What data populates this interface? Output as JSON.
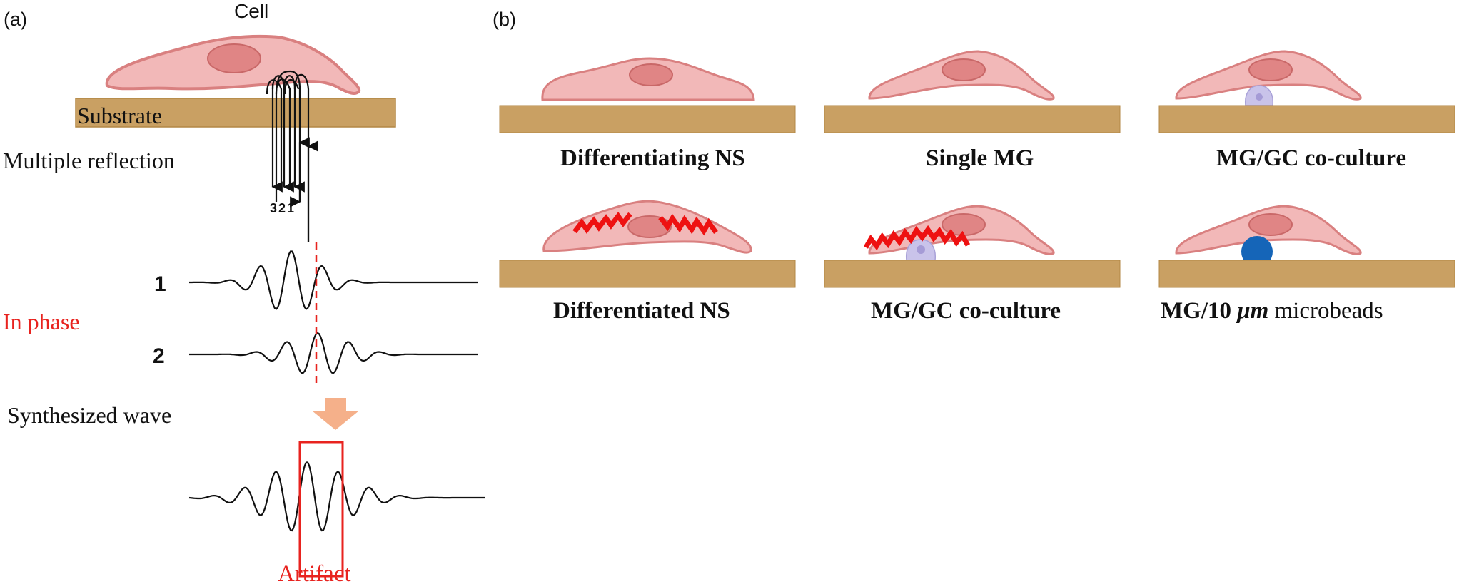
{
  "panel_a": {
    "label": "(a)",
    "cell_label": "Cell",
    "substrate_label": "Substrate",
    "reflection_label": "Multiple reflection",
    "reflection_numbers": "321",
    "wave1_label": "1",
    "wave2_label": "2",
    "in_phase_label": "In phase",
    "synthesized_label": "Synthesized wave",
    "artifact_label": "Artifact"
  },
  "panel_b": {
    "label": "(b)",
    "captions": [
      "Differentiating NS",
      "Single MG",
      "MG/GC co-culture",
      "Differentiated NS",
      "MG/GC co-culture"
    ],
    "caption_last_prefix": "MG/10 ",
    "caption_last_unit": "μm",
    "caption_last_suffix": " microbeads"
  },
  "colors": {
    "substrate": "#c9a063",
    "cell_fill": "#f2b8b8",
    "cell_stroke": "#d98080",
    "nucleus": "#e08585",
    "glia": "#c9c3ea",
    "bead": "#1565b8",
    "fiber": "#ee1111",
    "accent_red": "#e8231f",
    "arrow": "#f5b08a"
  }
}
